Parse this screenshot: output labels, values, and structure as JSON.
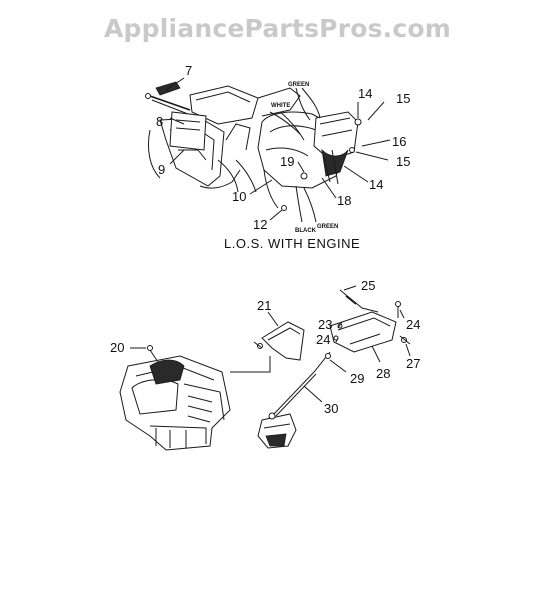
{
  "watermark": "AppliancePartsPros.com",
  "upper_view": {
    "caption": "L.O.S. WITH ENGINE",
    "wire_labels": {
      "green_top": "GREEN",
      "white": "WHITE",
      "black": "BLACK",
      "green_bottom": "GREEN"
    },
    "callouts": {
      "p7": "7",
      "p8": "8",
      "p9": "9",
      "p10": "10",
      "p12": "12",
      "p14a": "14",
      "p14b": "14",
      "p15a": "15",
      "p15b": "15",
      "p16": "16",
      "p18": "18",
      "p19": "19"
    }
  },
  "lower_view": {
    "callouts": {
      "p20": "20",
      "p21": "21",
      "p23": "23",
      "p24a": "24",
      "p24b": "24",
      "p25": "25",
      "p27": "27",
      "p28": "28",
      "p29": "29",
      "p30": "30"
    }
  }
}
